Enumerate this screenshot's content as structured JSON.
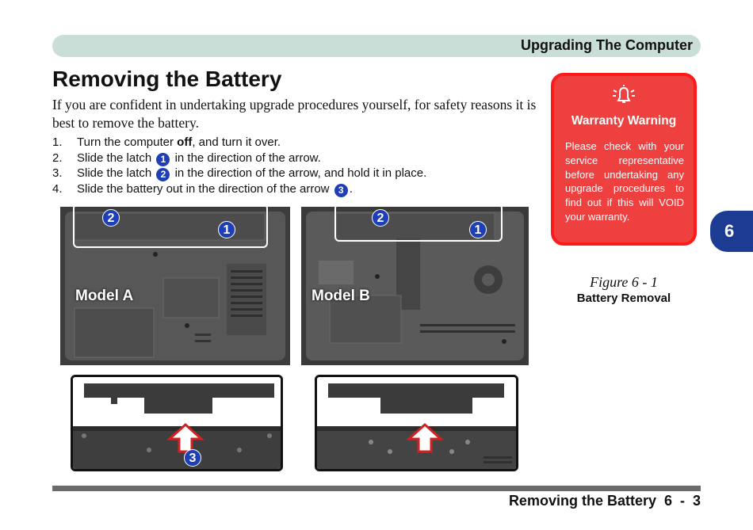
{
  "header": {
    "section": "Upgrading The Computer"
  },
  "title": "Removing the Battery",
  "intro": "If you are confident in undertaking upgrade procedures yourself, for safety reasons it is best to remove the battery.",
  "steps": [
    {
      "num": "1.",
      "before": "Turn the computer ",
      "bold": "off",
      "after": ", and turn it over."
    },
    {
      "num": "2.",
      "before": "Slide the latch ",
      "badge": "1",
      "after": " in the direction of the arrow."
    },
    {
      "num": "3.",
      "before": "Slide the latch ",
      "badge": "2",
      "after": " in the direction of the arrow, and hold it in place."
    },
    {
      "num": "4.",
      "before": "Slide the battery out in the direction of the arrow ",
      "badge": "3",
      "after": "."
    }
  ],
  "warning": {
    "title": "Warranty Warning",
    "body": "Please check with your service representative before undertaking any upgrade procedures to find out if this will VOID your warranty.",
    "icon": "alarm-bell-icon"
  },
  "figure": {
    "number": "Figure 6 - 1",
    "title": "Battery Removal"
  },
  "chapter_tab": "6",
  "photos": {
    "model_a": {
      "label": "Model A",
      "latch_1": "1",
      "latch_2": "2"
    },
    "model_b": {
      "label": "Model B",
      "latch_1": "1",
      "latch_2": "2"
    },
    "battery_a": {
      "arrow_label": "3"
    }
  },
  "footer": {
    "text": "Removing the Battery  6  -  3"
  }
}
